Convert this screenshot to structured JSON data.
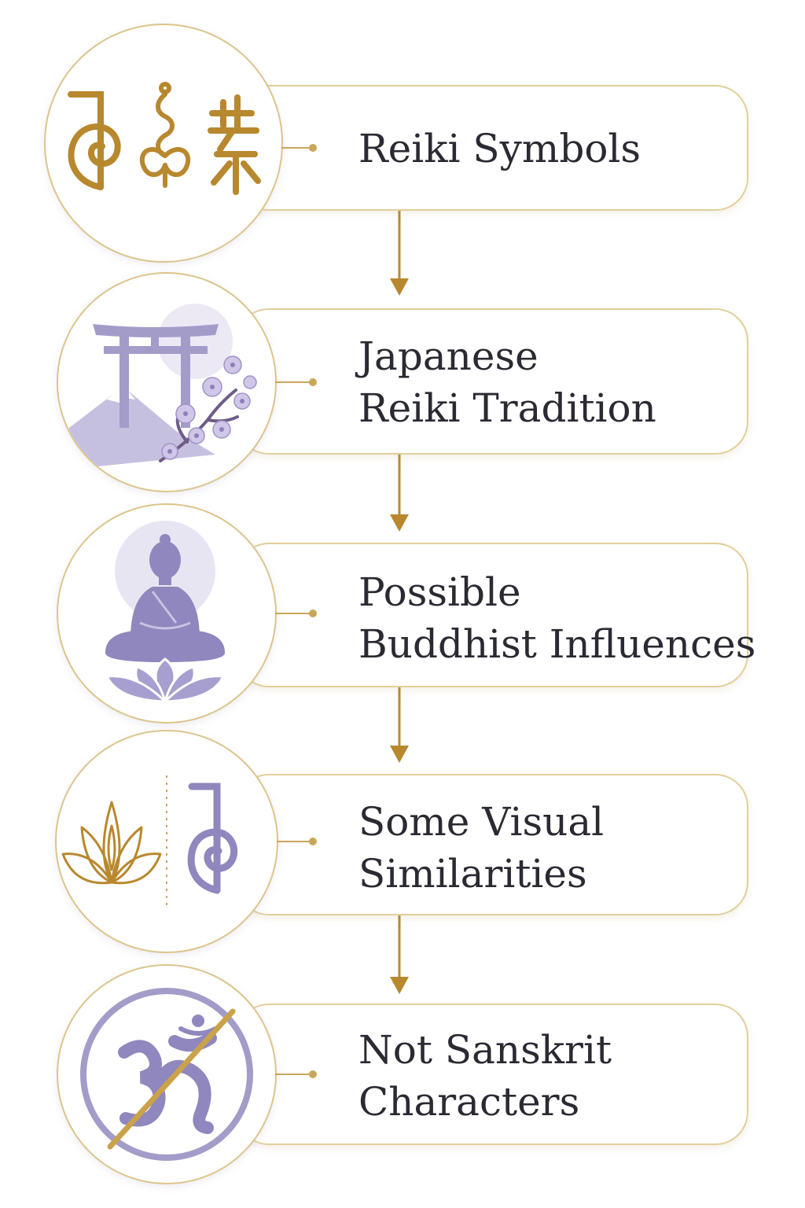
{
  "colors": {
    "gold": "#b8882e",
    "gold_light": "#e2cf9a",
    "lavender": "#8f87bd",
    "lavender_light": "#c9c3e3",
    "text": "#2b2a33"
  },
  "steps": [
    {
      "icon": "reiki-symbols-icon",
      "lines": [
        "Reiki Symbols"
      ]
    },
    {
      "icon": "torii-gate-mountain-blossom-icon",
      "lines": [
        "Japanese",
        "Reiki Tradition"
      ]
    },
    {
      "icon": "meditating-buddha-icon",
      "lines": [
        "Possible",
        "Buddhist Influences"
      ]
    },
    {
      "icon": "lotus-and-cho-ku-rei-icon",
      "lines": [
        "Some Visual",
        "Similarities"
      ]
    },
    {
      "icon": "crossed-out-om-icon",
      "lines": [
        "Not Sanskrit",
        "Characters"
      ]
    }
  ]
}
